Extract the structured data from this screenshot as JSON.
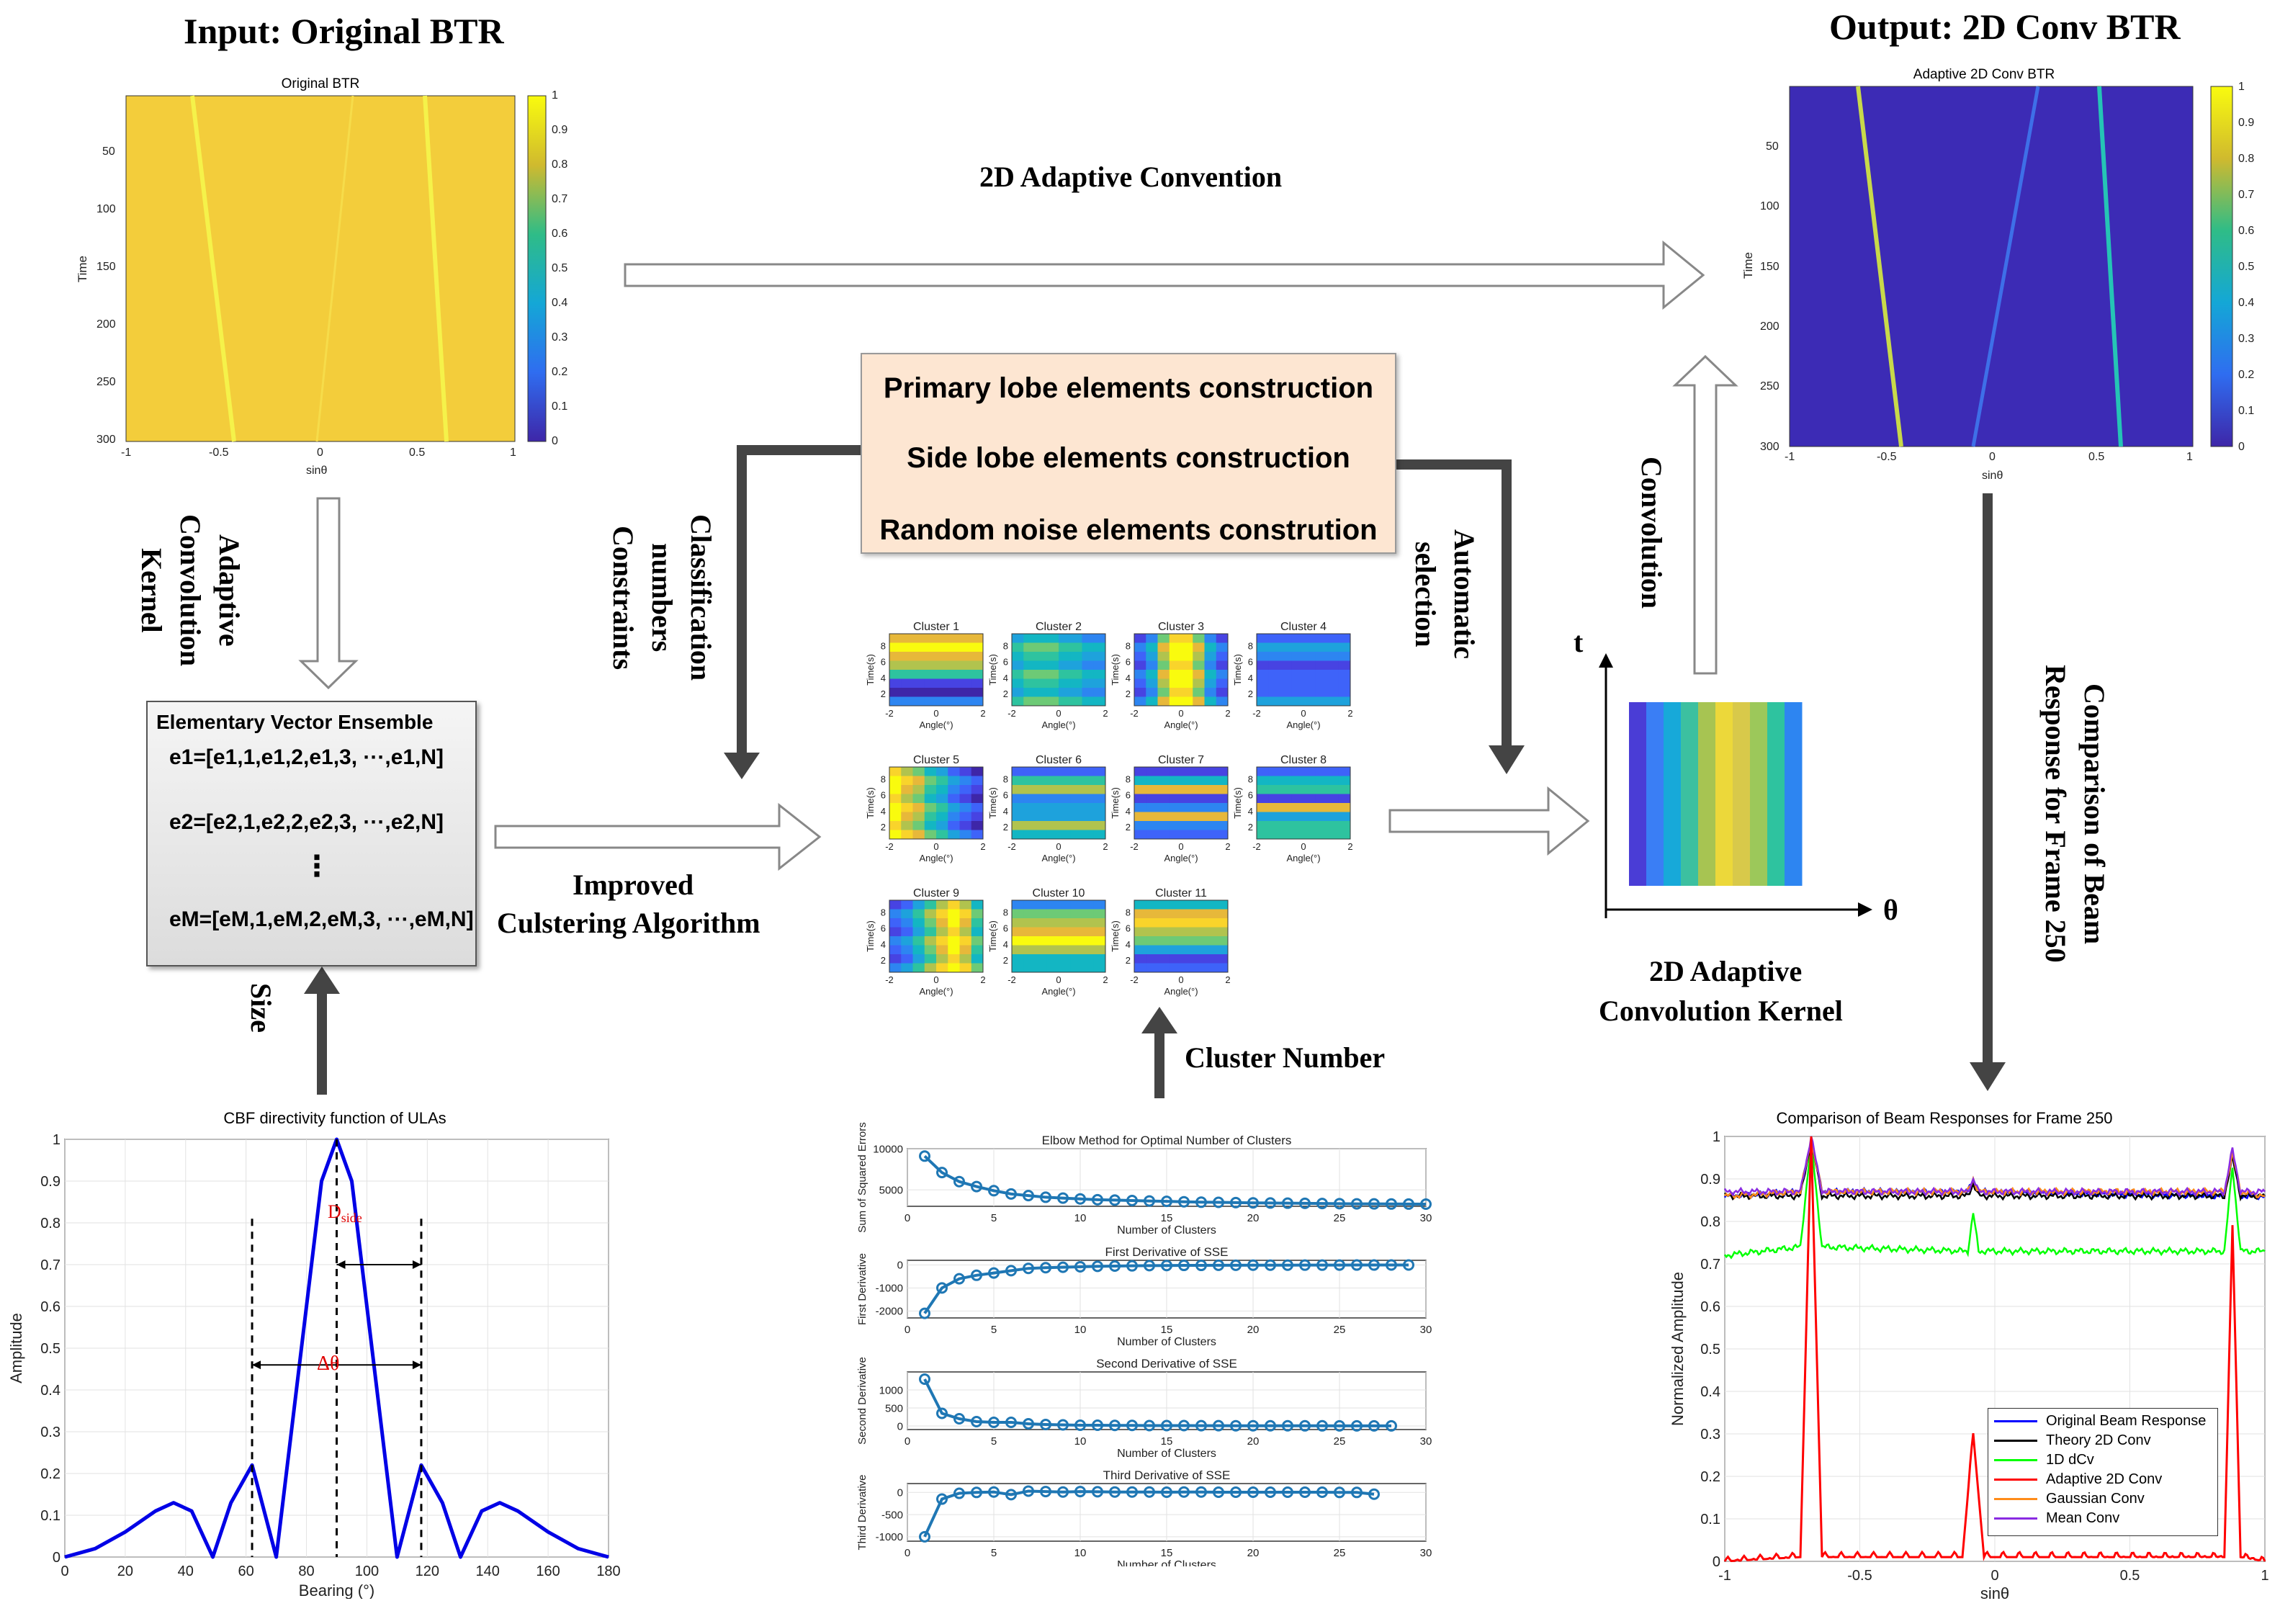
{
  "titles": {
    "input": "Input: Original BTR",
    "output": "Output:  2D Conv BTR"
  },
  "labels": {
    "adaptive_convention": "2D Adaptive Convention",
    "adaptive_kernel_vertical": "Adaptive Convolution Kernel",
    "classification_vertical": "Classification numbers Constraints",
    "automatic_vertical": "Automatic selection",
    "convolution_vertical": "Convolution",
    "comparison_vertical": "Comparison of Beam Response for Frame 250",
    "improved_line1": "Improved",
    "improved_line2": "Culstering Algorithm",
    "size": "Size",
    "cluster_number": "Cluster Number",
    "kernel_line1": "2D Adaptive",
    "kernel_line2": "Convolution Kernel",
    "axis_t": "t",
    "axis_theta": "θ"
  },
  "construction": {
    "items": [
      "Primary lobe elements construction",
      "Side lobe elements construction",
      "Random noise elements constrution"
    ]
  },
  "eve": {
    "title": "Elementary Vector Ensemble",
    "rows": [
      "e1=[e1,1,e1,2,e1,3,  ···,e1,N]",
      "e2=[e2,1,e2,2,e2,3,  ···,e2,N]",
      "⋮",
      "eM=[eM,1,eM,2,eM,3,  ···,eM,N]"
    ]
  },
  "btr_original": {
    "title": "Original BTR",
    "xlabel": "sinθ",
    "ylabel": "Time",
    "xticks": [
      "-1",
      "-0.5",
      "0",
      "0.5",
      "1"
    ],
    "yticks": [
      "50",
      "100",
      "150",
      "200",
      "250",
      "300"
    ],
    "cticks": [
      "0",
      "0.1",
      "0.2",
      "0.3",
      "0.4",
      "0.5",
      "0.6",
      "0.7",
      "0.8",
      "0.9",
      "1"
    ]
  },
  "btr_output": {
    "title": "Adaptive 2D Conv BTR",
    "xlabel": "sinθ",
    "ylabel": "Time",
    "xticks": [
      "-1",
      "-0.5",
      "0",
      "0.5",
      "1"
    ],
    "yticks": [
      "50",
      "100",
      "150",
      "200",
      "250",
      "300"
    ],
    "cticks": [
      "0",
      "0.1",
      "0.2",
      "0.3",
      "0.4",
      "0.5",
      "0.6",
      "0.7",
      "0.8",
      "0.9",
      "1"
    ]
  },
  "clusters": {
    "xlabel": "Angle(°)",
    "ylabel": "Time(s)",
    "xticks": [
      "-2",
      "0",
      "2"
    ],
    "yticks": [
      "2",
      "4",
      "6",
      "8"
    ],
    "names": [
      "Cluster 1",
      "Cluster 2",
      "Cluster 3",
      "Cluster 4",
      "Cluster 5",
      "Cluster 6",
      "Cluster 7",
      "Cluster 8",
      "Cluster 9",
      "Cluster 10",
      "Cluster 11"
    ]
  },
  "elbow": {
    "xticks": [
      "0",
      "5",
      "10",
      "15",
      "20",
      "25",
      "30"
    ],
    "xlabel": "Number of Clusters",
    "panels": [
      {
        "title": "Elbow Method for Optimal Number of Clusters",
        "ylabel": "Sum of Squared Errors",
        "yticks": [
          "5000",
          "10000"
        ]
      },
      {
        "title": "First Derivative of SSE",
        "ylabel": "First Derivative",
        "yticks": [
          "-2000",
          "-1000",
          "0"
        ]
      },
      {
        "title": "Second Derivative of SSE",
        "ylabel": "Second Derivative",
        "yticks": [
          "0",
          "500",
          "1000"
        ]
      },
      {
        "title": "Third Derivative of SSE",
        "ylabel": "Third Derivative",
        "yticks": [
          "-1000",
          "-500",
          "0"
        ]
      }
    ]
  },
  "cbf": {
    "title": "CBF directivity function of ULAs",
    "xlabel": "Bearing (°)",
    "ylabel": "Amplitude",
    "xticks": [
      "0",
      "20",
      "40",
      "60",
      "80",
      "100",
      "120",
      "140",
      "160",
      "180"
    ],
    "yticks": [
      "0",
      "0.1",
      "0.2",
      "0.3",
      "0.4",
      "0.5",
      "0.6",
      "0.7",
      "0.8",
      "0.9",
      "1"
    ],
    "annot_dside": "D",
    "annot_dside_sub": "side",
    "annot_dtheta": "Δθ"
  },
  "beam": {
    "title": "Comparison of Beam Responses for Frame 250",
    "xlabel": "sinθ",
    "ylabel": "Normalized Amplitude",
    "xticks": [
      "-1",
      "-0.5",
      "0",
      "0.5",
      "1"
    ],
    "yticks": [
      "0",
      "0.1",
      "0.2",
      "0.3",
      "0.4",
      "0.5",
      "0.6",
      "0.7",
      "0.8",
      "0.9",
      "1"
    ],
    "legend": [
      {
        "name": "Original Beam Response",
        "color": "#0000ff"
      },
      {
        "name": "Theory 2D Conv",
        "color": "#000000"
      },
      {
        "name": "1D dCv",
        "color": "#00ff00"
      },
      {
        "name": "Adaptive 2D Conv",
        "color": "#ff0000"
      },
      {
        "name": "Gaussian Conv",
        "color": "#ff8c1a"
      },
      {
        "name": "Mean Conv",
        "color": "#8a2be2"
      }
    ]
  },
  "chart_data": [
    {
      "type": "line",
      "title": "CBF directivity function of ULAs",
      "xlabel": "Bearing (°)",
      "ylabel": "Amplitude",
      "xlim": [
        0,
        180
      ],
      "ylim": [
        0,
        1
      ],
      "series": [
        {
          "x": [
            0,
            10,
            20,
            30,
            36,
            42,
            49,
            55,
            62,
            70,
            75,
            80,
            85,
            90,
            95,
            100,
            105,
            110,
            118,
            125,
            131,
            138,
            144,
            150,
            160,
            170,
            180
          ],
          "y": [
            0,
            0.02,
            0.06,
            0.11,
            0.13,
            0.11,
            0,
            0.13,
            0.22,
            0,
            0.3,
            0.6,
            0.9,
            1,
            0.9,
            0.6,
            0.3,
            0,
            0.22,
            0.13,
            0,
            0.11,
            0.13,
            0.11,
            0.06,
            0.02,
            0
          ]
        }
      ]
    },
    {
      "type": "line",
      "title": "Elbow Method for Optimal Number of Clusters",
      "xlabel": "Number of Clusters",
      "ylabel": "Sum of Squared Errors",
      "xlim": [
        0,
        30
      ],
      "ylim": [
        3000,
        10000
      ],
      "series": [
        {
          "x": [
            1,
            2,
            3,
            4,
            5,
            6,
            7,
            8,
            9,
            10,
            11,
            12,
            13,
            14,
            15,
            16,
            17,
            18,
            19,
            20,
            21,
            22,
            23,
            24,
            25,
            26,
            27,
            28,
            29,
            30
          ],
          "y": [
            9100,
            7100,
            6000,
            5400,
            4900,
            4500,
            4300,
            4100,
            4000,
            3900,
            3800,
            3750,
            3700,
            3650,
            3600,
            3550,
            3500,
            3480,
            3450,
            3420,
            3400,
            3380,
            3360,
            3340,
            3320,
            3300,
            3290,
            3280,
            3270,
            3260
          ]
        }
      ]
    },
    {
      "type": "line",
      "title": "First Derivative of SSE",
      "xlabel": "Number of Clusters",
      "ylabel": "First Derivative",
      "xlim": [
        0,
        30
      ],
      "ylim": [
        -2300,
        200
      ],
      "series": [
        {
          "x": [
            1,
            2,
            3,
            4,
            5,
            6,
            7,
            8,
            9,
            10,
            11,
            12,
            13,
            14,
            15,
            16,
            17,
            18,
            19,
            20,
            21,
            22,
            23,
            24,
            25,
            26,
            27,
            28,
            29
          ],
          "y": [
            -2100,
            -1000,
            -600,
            -450,
            -350,
            -250,
            -150,
            -120,
            -100,
            -80,
            -60,
            -50,
            -40,
            -30,
            -25,
            -20,
            -20,
            -15,
            -15,
            -10,
            -10,
            -10,
            -8,
            -8,
            -6,
            -5,
            -5,
            -4,
            -4
          ]
        }
      ]
    },
    {
      "type": "line",
      "title": "Second Derivative of SSE",
      "xlabel": "Number of Clusters",
      "ylabel": "Second Derivative",
      "xlim": [
        0,
        30
      ],
      "ylim": [
        -100,
        1500
      ],
      "series": [
        {
          "x": [
            1,
            2,
            3,
            4,
            5,
            6,
            7,
            8,
            9,
            10,
            11,
            12,
            13,
            14,
            15,
            16,
            17,
            18,
            19,
            20,
            21,
            22,
            23,
            24,
            25,
            26,
            27,
            28
          ],
          "y": [
            1300,
            350,
            200,
            120,
            100,
            100,
            60,
            40,
            30,
            20,
            20,
            15,
            15,
            10,
            10,
            10,
            8,
            8,
            6,
            6,
            5,
            5,
            4,
            4,
            3,
            3,
            2,
            2
          ]
        }
      ]
    },
    {
      "type": "line",
      "title": "Third Derivative of SSE",
      "xlabel": "Number of Clusters",
      "ylabel": "Third Derivative",
      "xlim": [
        0,
        30
      ],
      "ylim": [
        -1100,
        200
      ],
      "series": [
        {
          "x": [
            1,
            2,
            3,
            4,
            5,
            6,
            7,
            8,
            9,
            10,
            11,
            12,
            13,
            14,
            15,
            16,
            17,
            18,
            19,
            20,
            21,
            22,
            23,
            24,
            25,
            26,
            27
          ],
          "y": [
            -1000,
            -150,
            -20,
            0,
            10,
            -50,
            30,
            20,
            10,
            20,
            15,
            10,
            10,
            10,
            5,
            10,
            10,
            5,
            5,
            5,
            5,
            5,
            5,
            5,
            0,
            0,
            -40
          ]
        }
      ]
    },
    {
      "type": "line",
      "title": "Comparison of Beam Responses for Frame 250",
      "xlabel": "sinθ",
      "ylabel": "Normalized Amplitude",
      "xlim": [
        -1,
        1
      ],
      "ylim": [
        0,
        1
      ],
      "series": [
        {
          "name": "Original Beam Response",
          "x": [
            -1,
            -0.72,
            -0.68,
            -0.64,
            -0.1,
            -0.08,
            -0.06,
            0.85,
            0.88,
            0.91,
            1
          ],
          "y": [
            0.86,
            0.87,
            0.99,
            0.87,
            0.87,
            0.9,
            0.87,
            0.86,
            0.96,
            0.86,
            0.86
          ]
        },
        {
          "name": "Theory 2D Conv",
          "x": [
            -1,
            -0.72,
            -0.68,
            -0.64,
            -0.1,
            -0.08,
            -0.06,
            0.85,
            0.88,
            0.91,
            1
          ],
          "y": [
            0.86,
            0.86,
            0.99,
            0.86,
            0.86,
            0.89,
            0.86,
            0.86,
            0.95,
            0.86,
            0.86
          ]
        },
        {
          "name": "1D dCv",
          "x": [
            -1,
            -0.72,
            -0.68,
            -0.64,
            -0.1,
            -0.08,
            -0.06,
            0.85,
            0.88,
            0.91,
            1
          ],
          "y": [
            0.72,
            0.74,
            0.99,
            0.74,
            0.73,
            0.82,
            0.73,
            0.73,
            0.93,
            0.73,
            0.73
          ]
        },
        {
          "name": "Adaptive 2D Conv",
          "x": [
            -1,
            -0.72,
            -0.68,
            -0.64,
            -0.12,
            -0.08,
            -0.04,
            0.85,
            0.88,
            0.91,
            1
          ],
          "y": [
            0,
            0.01,
            1,
            0.01,
            0.01,
            0.3,
            0.01,
            0.01,
            0.79,
            0.01,
            0
          ]
        },
        {
          "name": "Gaussian Conv",
          "x": [
            -1,
            -0.72,
            -0.68,
            -0.64,
            -0.1,
            -0.08,
            -0.06,
            0.85,
            0.88,
            0.91,
            1
          ],
          "y": [
            0.86,
            0.87,
            0.99,
            0.87,
            0.87,
            0.9,
            0.87,
            0.87,
            0.96,
            0.87,
            0.86
          ]
        },
        {
          "name": "Mean Conv",
          "x": [
            -1,
            -0.72,
            -0.68,
            -0.64,
            -0.1,
            -0.08,
            -0.06,
            0.85,
            0.88,
            0.91,
            1
          ],
          "y": [
            0.87,
            0.87,
            1,
            0.87,
            0.87,
            0.9,
            0.87,
            0.87,
            0.97,
            0.87,
            0.87
          ]
        }
      ]
    }
  ]
}
